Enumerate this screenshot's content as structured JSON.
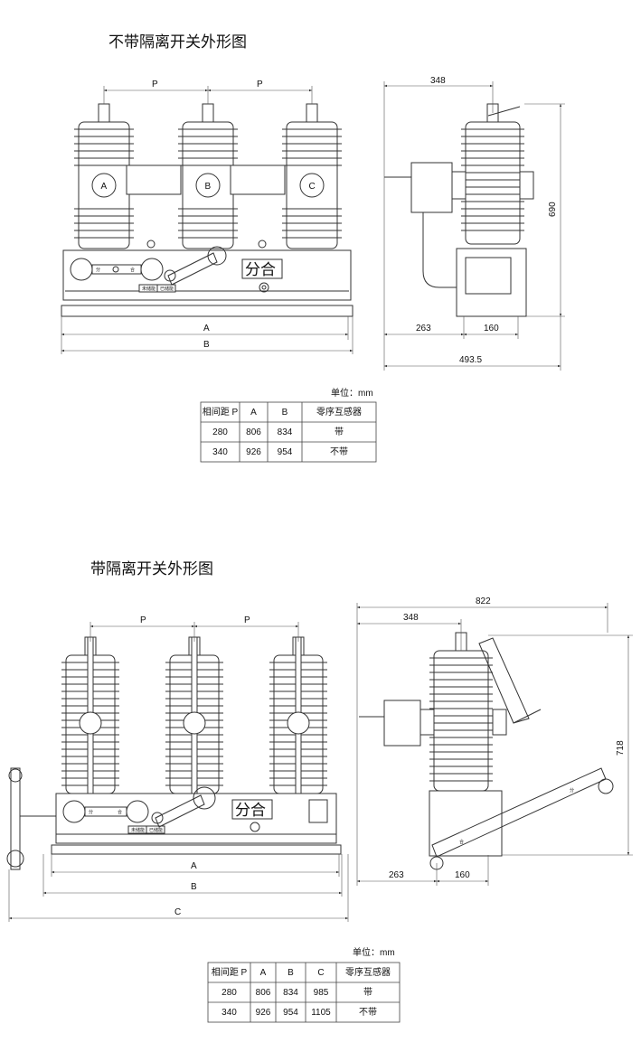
{
  "drawing1": {
    "title": "不带隔离开关外形图",
    "pitch_label": "P",
    "phase_labels": [
      "A",
      "B",
      "C"
    ],
    "panel_open": "分",
    "panel_close": "合",
    "panel_sign": "分合",
    "spring_unloaded": "未储能",
    "spring_loaded": "已储能",
    "dim_A": "A",
    "dim_B": "B",
    "side": {
      "d348": "348",
      "d690": "690",
      "d263": "263",
      "d160": "160",
      "d4935": "493.5"
    },
    "table": {
      "unit": "单位：mm",
      "headers": [
        "相间距 P",
        "A",
        "B",
        "零序互感器"
      ],
      "rows": [
        [
          "280",
          "806",
          "834",
          "带"
        ],
        [
          "340",
          "926",
          "954",
          "不带"
        ]
      ]
    }
  },
  "drawing2": {
    "title": "带隔离开关外形图",
    "pitch_label": "P",
    "panel_open": "分",
    "panel_close": "合",
    "panel_sign": "分合",
    "spring_unloaded": "未储能",
    "spring_loaded": "已储能",
    "dim_A": "A",
    "dim_B": "B",
    "dim_C": "C",
    "side": {
      "d822": "822",
      "d348": "348",
      "d718": "718",
      "d263": "263",
      "d160": "160",
      "handle_open": "分",
      "handle_close": "合"
    },
    "table": {
      "unit": "单位：mm",
      "headers": [
        "相间距 P",
        "A",
        "B",
        "C",
        "零序互感器"
      ],
      "rows": [
        [
          "280",
          "806",
          "834",
          "985",
          "带"
        ],
        [
          "340",
          "926",
          "954",
          "1105",
          "不带"
        ]
      ]
    }
  }
}
